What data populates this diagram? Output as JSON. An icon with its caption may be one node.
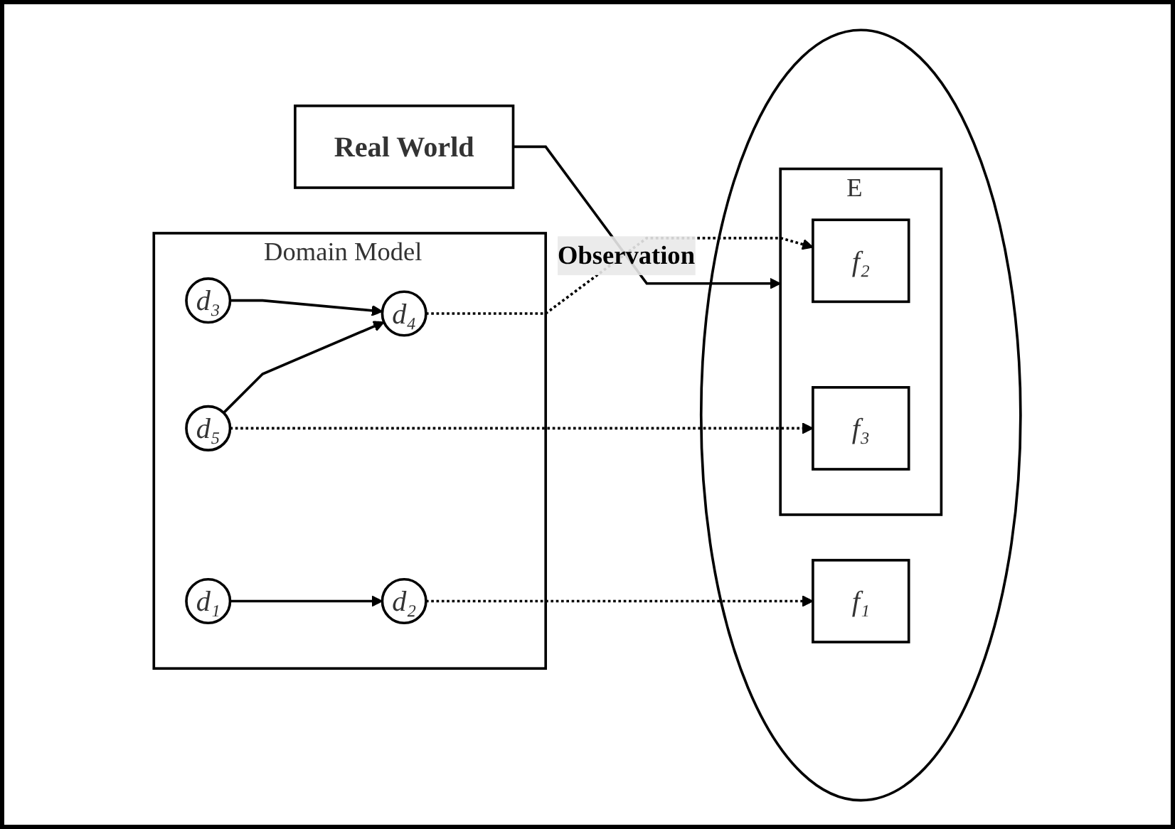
{
  "diagram": {
    "nodes": [
      {
        "text": [
          "Domain Model"
        ]
      },
      {
        "text": [
          "d₁"
        ],
        "in": 0
      },
      {
        "text": [
          "d₂"
        ],
        "in": 0
      },
      {
        "text": [
          "d₃"
        ],
        "in": 0
      },
      {
        "text": [
          "d₄"
        ],
        "in": 0
      },
      {
        "text": [
          "d₅"
        ],
        "in": 0
      },
      {
        "text": [],
        "shape": "circle"
      },
      {
        "text": [
          "f₁"
        ],
        "in": 6
      },
      {
        "text": [
          "E"
        ],
        "in": 6
      },
      {
        "text": [
          "f₂"
        ],
        "in": 8
      },
      {
        "text": [
          "f₃"
        ],
        "in": 8
      },
      {
        "text": [
          "Real World"
        ]
      }
    ],
    "edges": [
      {
        "from": 1,
        "to": 2,
        "arrow": "to"
      },
      {
        "from": 3,
        "to": 4,
        "arrow": "to"
      },
      {
        "from": 5,
        "to": 4,
        "arrow": "to"
      },
      {
        "from": 2,
        "to": 7,
        "arrow": "to",
        "style": "dashed"
      },
      {
        "from": 4,
        "to": 9,
        "arrow": "to",
        "style": "dashed"
      },
      {
        "from": 5,
        "to": 10,
        "arrow": "to",
        "style": "dashed"
      },
      {
        "from": 11,
        "to": 8,
        "arrow": "to",
        "label": "Observation"
      }
    ]
  }
}
